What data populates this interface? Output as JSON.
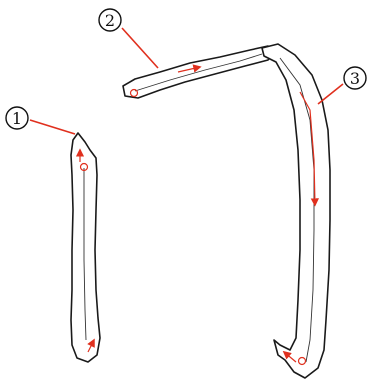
{
  "strokes": [
    {
      "id": "1",
      "label": "①",
      "color": "#e0301e"
    },
    {
      "id": "2",
      "label": "②",
      "color": "#e0301e"
    },
    {
      "id": "3",
      "label": "③",
      "color": "#e0301e"
    }
  ],
  "colors": {
    "ink": "#1a1a1a",
    "annotation": "#e0301e",
    "background": "#ffffff"
  }
}
